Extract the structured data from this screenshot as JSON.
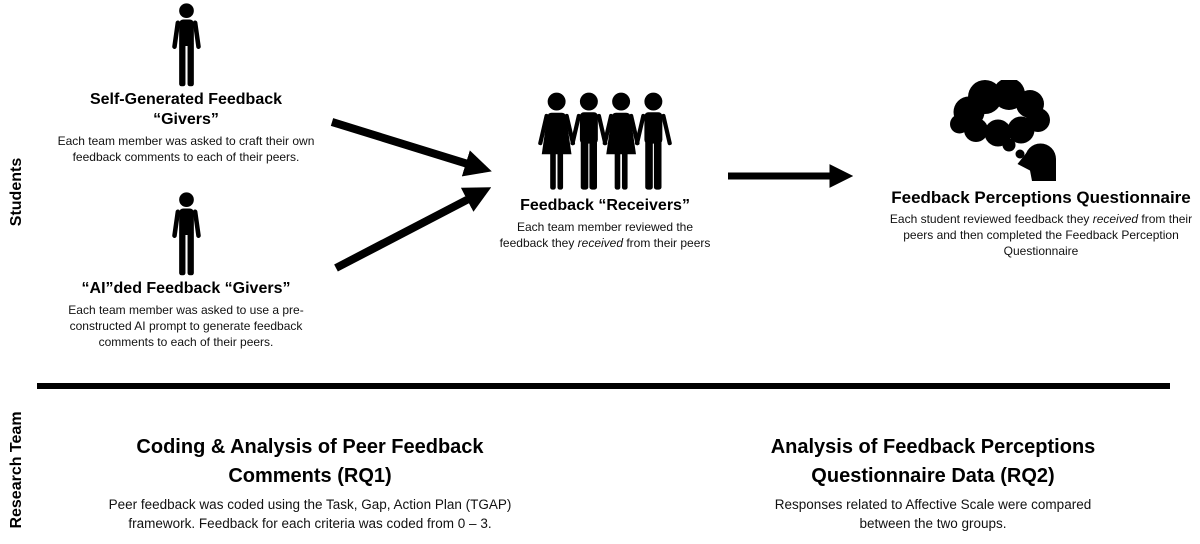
{
  "colors": {
    "ink": "#000000",
    "background": "#ffffff"
  },
  "side_labels": {
    "students": "Students",
    "research_team": "Research Team"
  },
  "students_row": {
    "self_generated": {
      "icon": "person-icon",
      "title_lines": [
        "Self-Generated Feedback",
        "“Givers”"
      ],
      "desc_lines": [
        "Each team member was asked to craft their own",
        "feedback comments to each of their peers."
      ]
    },
    "aided": {
      "icon": "person-icon",
      "title": "“AI”ded Feedback “Givers”",
      "desc_lines": [
        "Each team member was asked to use a pre-",
        "constructed AI prompt to generate feedback",
        "comments to each of their peers."
      ]
    },
    "receivers": {
      "icon": "people-group-icon",
      "title": "Feedback “Receivers”",
      "desc_line1": "Each team member reviewed the",
      "desc_line2_pre": "feedback they ",
      "desc_line2_italic": "received",
      "desc_line2_post": " from their peers"
    },
    "questionnaire": {
      "icon": "thinking-head-icon",
      "title": "Feedback Perceptions Questionnaire",
      "desc_line1_pre": "Each student reviewed feedback they ",
      "desc_line1_italic": "received",
      "desc_line1_post": " from their",
      "desc_line2": "peers and then completed the Feedback Perception",
      "desc_line3": "Questionnaire"
    }
  },
  "research_row": {
    "rq1": {
      "title_lines": [
        "Coding & Analysis of Peer Feedback",
        "Comments (RQ1)"
      ],
      "desc_lines": [
        "Peer feedback was coded using the Task, Gap, Action Plan (TGAP)",
        "framework. Feedback for each criteria was coded from 0 – 3."
      ]
    },
    "rq2": {
      "title_lines": [
        "Analysis of Feedback Perceptions",
        "Questionnaire Data (RQ2)"
      ],
      "desc_lines": [
        "Responses related to Affective Scale were compared",
        "between the two groups."
      ]
    }
  }
}
